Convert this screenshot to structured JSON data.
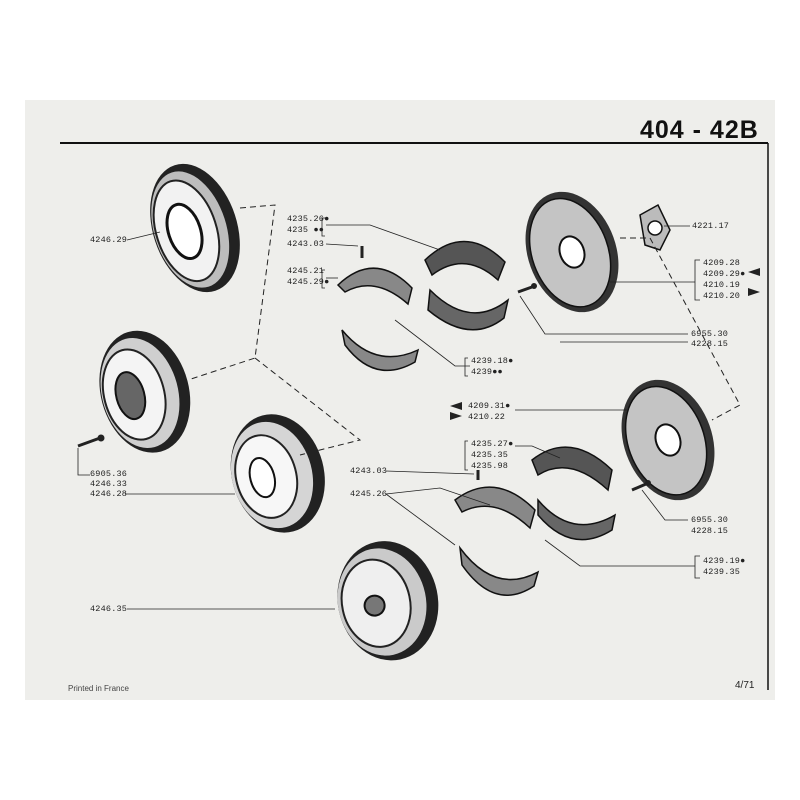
{
  "header": {
    "title": "404 - 42B"
  },
  "footer": {
    "printed": "Printed in France",
    "page": "4/71"
  },
  "callouts": {
    "drum_upper": "4246.29",
    "drum_middle": [
      "6905.36",
      "4246.33",
      "4246.28"
    ],
    "drum_lower": "4246.35",
    "shoe_upper_a": [
      "4235.26●",
      "4235 ●●"
    ],
    "spring_upper": "4243.03",
    "shoe_upper_b": [
      "4245.21",
      "4245.29●"
    ],
    "lining_upper": [
      "4239.18●",
      "4239●●"
    ],
    "plate_cover": "4221.17",
    "backplate_upper": [
      "4209.28",
      "4209.29●",
      "4210.19",
      "4210.20"
    ],
    "bolt_upper": [
      "6955.30",
      "4228.15"
    ],
    "backplate_lower_label": [
      "4209.31●",
      "4210.22"
    ],
    "shoe_lower_a": [
      "4235.27●",
      "4235.35",
      "4235.98"
    ],
    "spring_lower": "4243.03",
    "shoe_lower_b": "4245.26",
    "bolt_lower": [
      "6955.30",
      "4228.15"
    ],
    "lining_lower": [
      "4239.19●",
      "4239.35"
    ]
  },
  "colors": {
    "ink": "#1a1a1a",
    "paper": "#eeeeeb"
  }
}
